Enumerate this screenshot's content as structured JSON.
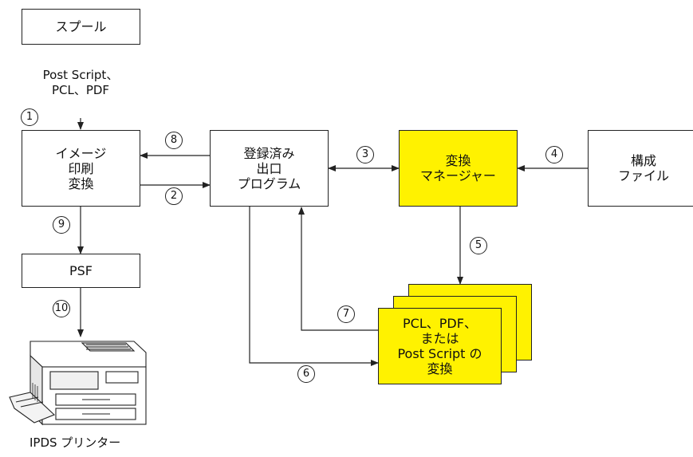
{
  "nodes": {
    "spool": "スプール",
    "image_print_transform": "イメージ\n印刷\n変換",
    "psf": "PSF",
    "registered_exit_program": "登録済み\n出口\nプログラム",
    "transform_manager": "変換\nマネージャー",
    "config_file": "構成\nファイル",
    "transforms": "PCL、PDF、\nまたは\nPost Script の\n変換",
    "printer_caption": "IPDS プリンター"
  },
  "spool_output_label": "Post Script、\nPCL、PDF",
  "steps": [
    "1",
    "2",
    "3",
    "4",
    "5",
    "6",
    "7",
    "8",
    "9",
    "10"
  ],
  "colors": {
    "highlight": "#fff200",
    "line": "#222222"
  }
}
